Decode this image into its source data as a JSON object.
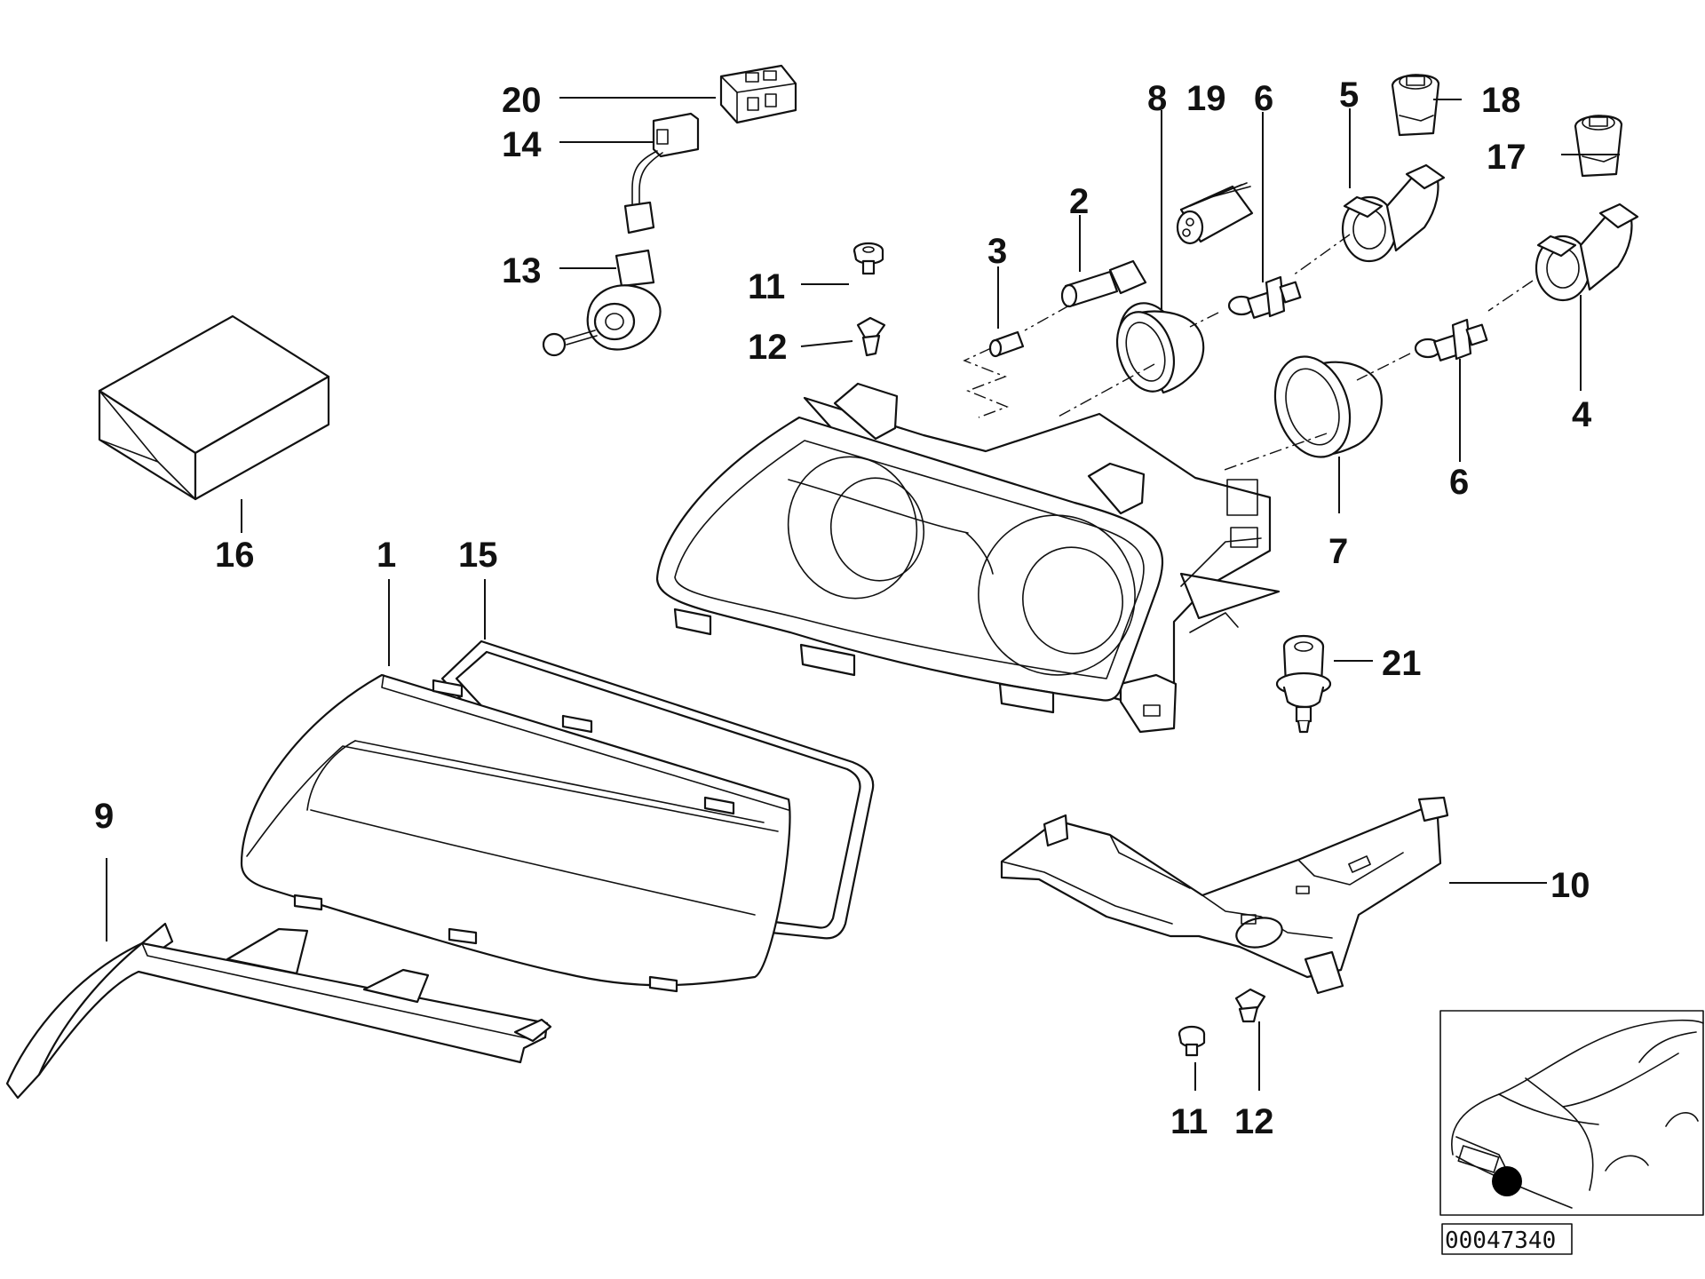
{
  "diagram": {
    "reference_number": "00047340",
    "callouts": [
      {
        "id": "c20",
        "number": "20"
      },
      {
        "id": "c14",
        "number": "14"
      },
      {
        "id": "c13",
        "number": "13"
      },
      {
        "id": "c8",
        "number": "8"
      },
      {
        "id": "c19",
        "number": "19"
      },
      {
        "id": "c6a",
        "number": "6"
      },
      {
        "id": "c5",
        "number": "5"
      },
      {
        "id": "c18",
        "number": "18"
      },
      {
        "id": "c17",
        "number": "17"
      },
      {
        "id": "c2",
        "number": "2"
      },
      {
        "id": "c3",
        "number": "3"
      },
      {
        "id": "c11a",
        "number": "11"
      },
      {
        "id": "c12a",
        "number": "12"
      },
      {
        "id": "c4",
        "number": "4"
      },
      {
        "id": "c6b",
        "number": "6"
      },
      {
        "id": "c7",
        "number": "7"
      },
      {
        "id": "c16",
        "number": "16"
      },
      {
        "id": "c1",
        "number": "1"
      },
      {
        "id": "c15",
        "number": "15"
      },
      {
        "id": "c21",
        "number": "21"
      },
      {
        "id": "c9",
        "number": "9"
      },
      {
        "id": "c10",
        "number": "10"
      },
      {
        "id": "c11b",
        "number": "11"
      },
      {
        "id": "c12b",
        "number": "12"
      }
    ]
  }
}
